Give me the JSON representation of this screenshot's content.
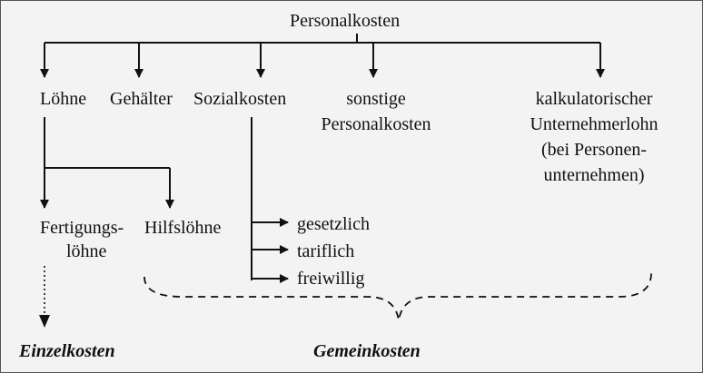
{
  "diagram": {
    "root": "Personalkosten",
    "level1": {
      "loehne": "Löhne",
      "gehaelter": "Gehälter",
      "sozialkosten": "Sozialkosten",
      "sonstige_line1": "sonstige",
      "sonstige_line2": "Personalkosten",
      "kalk_line1": "kalkulatorischer",
      "kalk_line2": "Unternehmerlohn",
      "kalk_line3": "(bei Personen-",
      "kalk_line4": "unternehmen)"
    },
    "level2": {
      "fertigung_line1": "Fertigungs-",
      "fertigung_line2": "löhne",
      "hilfsloehne": "Hilfslöhne",
      "gesetzlich": "gesetzlich",
      "tariflich": "tariflich",
      "freiwillig": "freiwillig"
    },
    "bottom": {
      "einzelkosten": "Einzelkosten",
      "gemeinkosten": "Gemeinkosten"
    }
  }
}
